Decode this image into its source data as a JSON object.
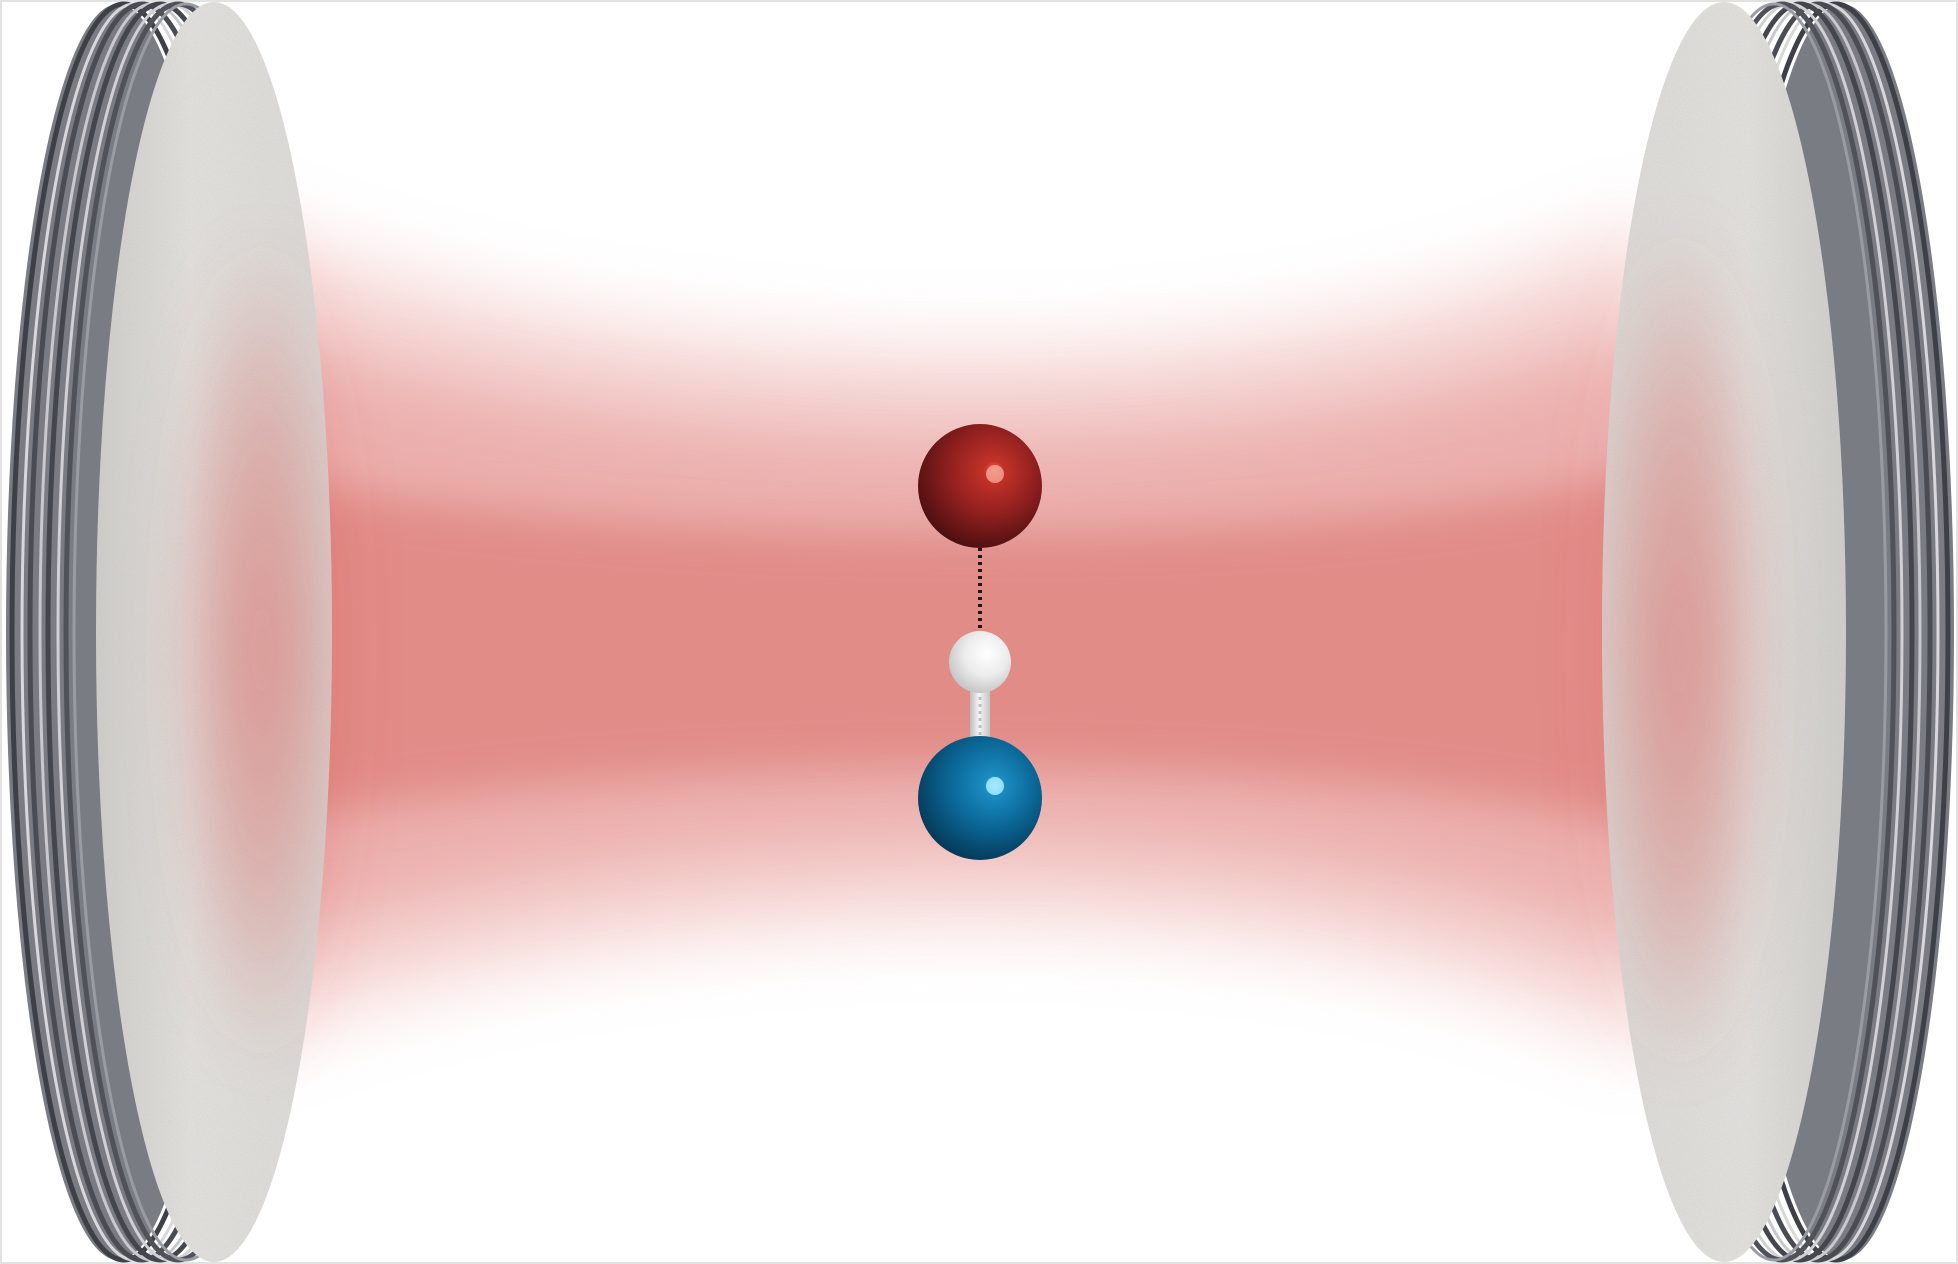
{
  "diagram": {
    "kind": "optical-cavity-with-molecule",
    "elements": {
      "left_mirror": {
        "icon": "stacked-disc-mirror",
        "layers": 7
      },
      "right_mirror": {
        "icon": "stacked-disc-mirror",
        "layers": 7
      },
      "cavity_field": {
        "icon": "gaussian-beam",
        "color": "#d9534f"
      },
      "molecule": {
        "atoms": [
          {
            "role": "top",
            "color": "#9b2020"
          },
          {
            "role": "middle",
            "color": "#eeeeee"
          },
          {
            "role": "bottom",
            "color": "#0a6d99"
          }
        ],
        "bonds": [
          {
            "between": [
              "top",
              "middle"
            ],
            "style": "dotted"
          },
          {
            "between": [
              "middle",
              "bottom"
            ],
            "style": "covalent"
          }
        ]
      }
    },
    "colors": {
      "background": "#ffffff",
      "mirror_face": "#e8e6e2",
      "mirror_edge": "#5e6068",
      "beam": "#d9534f",
      "atom_top": "#9b2020",
      "atom_middle": "#eeeeee",
      "atom_bottom": "#0a6d99"
    }
  }
}
